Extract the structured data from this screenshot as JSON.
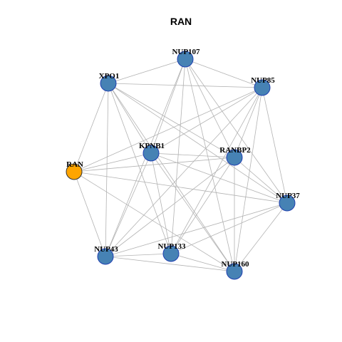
{
  "title": "RAN",
  "colors": {
    "default_node": "#4682b4",
    "default_stroke": "#1f3fb0",
    "highlight_node": "#ffa500",
    "highlight_stroke": "#333333",
    "edge": "#b3b3b3"
  },
  "nodes": [
    {
      "id": "NUP107",
      "label": "NUP107",
      "highlight": false
    },
    {
      "id": "XPO1",
      "label": "XPO1",
      "highlight": false
    },
    {
      "id": "NUP85",
      "label": "NUP85",
      "highlight": false
    },
    {
      "id": "KPNB1",
      "label": "KPNB1",
      "highlight": false
    },
    {
      "id": "RANBP2",
      "label": "RANBP2",
      "highlight": false
    },
    {
      "id": "RAN",
      "label": "RAN",
      "highlight": true
    },
    {
      "id": "NUP37",
      "label": "NUP37",
      "highlight": false
    },
    {
      "id": "NUP43",
      "label": "NUP43",
      "highlight": false
    },
    {
      "id": "NUP133",
      "label": "NUP133",
      "highlight": false
    },
    {
      "id": "NUP160",
      "label": "NUP160",
      "highlight": false
    }
  ],
  "edges": [
    [
      "NUP107",
      "XPO1"
    ],
    [
      "NUP107",
      "NUP85"
    ],
    [
      "NUP107",
      "KPNB1"
    ],
    [
      "NUP107",
      "RANBP2"
    ],
    [
      "NUP107",
      "NUP37"
    ],
    [
      "NUP107",
      "NUP43"
    ],
    [
      "NUP107",
      "NUP133"
    ],
    [
      "NUP107",
      "NUP160"
    ],
    [
      "XPO1",
      "NUP85"
    ],
    [
      "XPO1",
      "KPNB1"
    ],
    [
      "XPO1",
      "RANBP2"
    ],
    [
      "XPO1",
      "RAN"
    ],
    [
      "XPO1",
      "NUP37"
    ],
    [
      "XPO1",
      "NUP43"
    ],
    [
      "XPO1",
      "NUP133"
    ],
    [
      "XPO1",
      "NUP160"
    ],
    [
      "NUP85",
      "KPNB1"
    ],
    [
      "NUP85",
      "RANBP2"
    ],
    [
      "NUP85",
      "RAN"
    ],
    [
      "NUP85",
      "NUP37"
    ],
    [
      "NUP85",
      "NUP43"
    ],
    [
      "NUP85",
      "NUP133"
    ],
    [
      "NUP85",
      "NUP160"
    ],
    [
      "KPNB1",
      "RANBP2"
    ],
    [
      "KPNB1",
      "RAN"
    ],
    [
      "KPNB1",
      "NUP37"
    ],
    [
      "KPNB1",
      "NUP43"
    ],
    [
      "KPNB1",
      "NUP133"
    ],
    [
      "KPNB1",
      "NUP160"
    ],
    [
      "RANBP2",
      "RAN"
    ],
    [
      "RANBP2",
      "NUP37"
    ],
    [
      "RANBP2",
      "NUP43"
    ],
    [
      "RANBP2",
      "NUP133"
    ],
    [
      "RANBP2",
      "NUP160"
    ],
    [
      "RAN",
      "NUP37"
    ],
    [
      "RAN",
      "NUP43"
    ],
    [
      "RAN",
      "NUP160"
    ],
    [
      "NUP37",
      "NUP43"
    ],
    [
      "NUP37",
      "NUP133"
    ],
    [
      "NUP37",
      "NUP160"
    ],
    [
      "NUP43",
      "NUP133"
    ],
    [
      "NUP43",
      "NUP160"
    ],
    [
      "NUP133",
      "NUP160"
    ]
  ]
}
